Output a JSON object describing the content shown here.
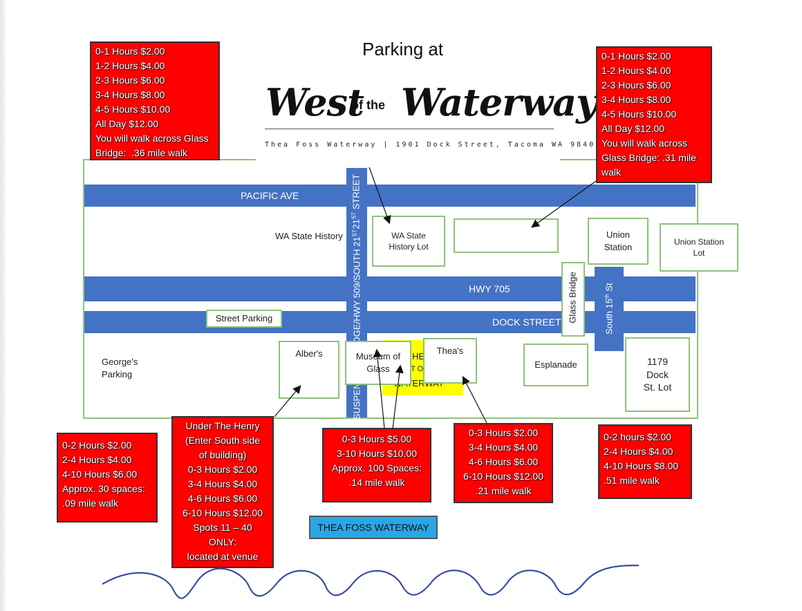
{
  "header": {
    "title": "Parking at",
    "logo": {
      "word1": "West",
      "joiner": "of the",
      "word2": "Waterway"
    },
    "tagline": "Thea Foss Waterway | 1901 Dock Street, Tacoma WA 98402"
  },
  "roads": {
    "pacific_ave": "PACIFIC AVE",
    "hwy_705": "HWY 705",
    "dock_street": "DOCK STREET",
    "street_21st": "21",
    "street_21st_sup": "ST",
    "street_21st_suffix": "STREET",
    "bridge_road": "SUSPENSION BRIDGE/HWY 509/SOUTH 21",
    "bridge_road_sup": "ST",
    "south_15th": "South 15",
    "south_15th_sup": "th",
    "south_15th_suffix": "St",
    "glass_bridge": "Glass Bridge"
  },
  "places": {
    "wa_state_history": "WA State History",
    "wa_state_history_lot": [
      "WA State",
      "History Lot"
    ],
    "union_station": [
      "Union",
      "Station"
    ],
    "union_station_lot": [
      "Union Station",
      "Lot"
    ],
    "street_parking": "Street Parking",
    "georges_parking": [
      "George's",
      "Parking"
    ],
    "albers": "Alber's",
    "museum_of_glass": [
      "Museum of",
      "Glass"
    ],
    "the_henry": [
      "HEN",
      "T OF THE",
      "WATERWAY"
    ],
    "theas": "Thea's",
    "esplanade": "Esplanade",
    "dock_st_lot": [
      "1179",
      "Dock",
      "St. Lot"
    ],
    "thea_foss_waterway": "THEA FOSS WATERWAY"
  },
  "price_boxes": {
    "top_left": [
      "0-1 Hours $2.00",
      "1-2 Hours $4.00",
      "2-3 Hours $6.00",
      "3-4 Hours $8.00",
      "4-5 Hours $10.00",
      "All Day $12.00",
      "You will walk across Glass",
      "Bridge:  .36 mile walk"
    ],
    "top_right": [
      "0-1 Hours $2.00",
      "1-2 Hours $4.00",
      "2-3 Hours $6.00",
      "3-4 Hours $8.00",
      "4-5 Hours $10.00",
      "All Day $12.00",
      "You will walk across",
      "Glass Bridge: .31 mile",
      "walk"
    ],
    "georges": [
      "0-2 Hours $2.00",
      "2-4 Hours $4.00",
      "4-10 Hours $6.00",
      "Approx. 30 spaces:",
      ".09 mile walk"
    ],
    "henry": [
      "Under The Henry",
      "(Enter South side",
      "of building)",
      "0-3 Hours $2.00",
      "3-4 Hours $4.00",
      "4-6 Hours $6.00",
      "6-10 Hours $12.00",
      "Spots 11 – 40",
      "ONLY:",
      "located at venue"
    ],
    "museum": [
      "0-3 Hours $5.00",
      "3-10 Hours $10.00",
      "Approx. 100 Spaces:",
      ".14 mile walk"
    ],
    "theas": [
      "0-3 Hours $2.00",
      "3-4 Hours $4.00",
      "4-6 Hours $6.00",
      "6-10 Hours $12.00",
      ".21 mile walk"
    ],
    "dock_lot": [
      "0-2 hours $2.00",
      "2-4 Hours $4.00",
      "4-10 Hours $8.00",
      ".51 mile walk"
    ]
  },
  "colors": {
    "road_blue": "#4472c4",
    "price_red": "#ff0000",
    "lot_border_green": "#8fc27a",
    "henry_yellow": "#ffff00",
    "waterway_blue": "#29a6e6"
  }
}
